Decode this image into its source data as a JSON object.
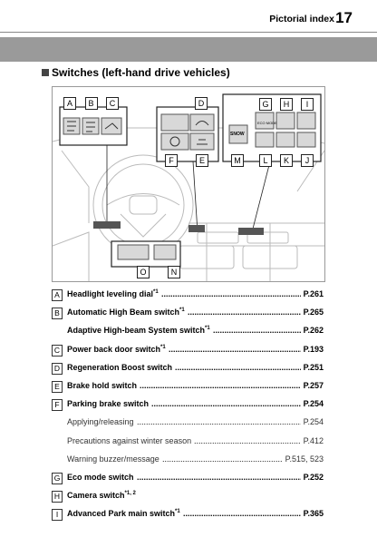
{
  "header": {
    "title": "Pictorial index",
    "page_number": "17"
  },
  "section_title": "Switches (left-hand drive vehicles)",
  "figure": {
    "callouts": [
      "A",
      "B",
      "C",
      "D",
      "E",
      "F",
      "G",
      "H",
      "I",
      "J",
      "K",
      "L",
      "M",
      "N",
      "O"
    ],
    "snow_label": "SNOW",
    "eco_label": "ECO MODE"
  },
  "entries": [
    {
      "letter": "A",
      "name": "Headlight leveling dial",
      "note": "*1",
      "page": "P.261",
      "type": "main"
    },
    {
      "letter": "B",
      "name": "Automatic High Beam switch",
      "note": "*1",
      "page": "P.265",
      "type": "main"
    },
    {
      "letter": "",
      "name": "Adaptive High-beam System switch",
      "note": "*1",
      "page": "P.262",
      "type": "main"
    },
    {
      "letter": "C",
      "name": "Power back door switch",
      "note": "*1",
      "page": "P.193",
      "type": "main"
    },
    {
      "letter": "D",
      "name": "Regeneration Boost switch",
      "note": "",
      "page": "P.251",
      "type": "main"
    },
    {
      "letter": "E",
      "name": "Brake hold switch",
      "note": "",
      "page": "P.257",
      "type": "main"
    },
    {
      "letter": "F",
      "name": "Parking brake switch",
      "note": "",
      "page": "P.254",
      "type": "main"
    },
    {
      "letter": "",
      "name": "Applying/releasing",
      "note": "",
      "page": "P.254",
      "type": "sub"
    },
    {
      "letter": "",
      "name": "Precautions against winter season",
      "note": "",
      "page": "P.412",
      "type": "sub"
    },
    {
      "letter": "",
      "name": "Warning buzzer/message",
      "note": "",
      "page": "P.515, 523",
      "type": "sub"
    },
    {
      "letter": "G",
      "name": "Eco mode switch",
      "note": "",
      "page": "P.252",
      "type": "main"
    },
    {
      "letter": "H",
      "name": "Camera switch",
      "note": "*1, 2",
      "page": "",
      "type": "main"
    },
    {
      "letter": "I",
      "name": "Advanced Park main switch",
      "note": "*1",
      "page": "P.365",
      "type": "main"
    }
  ]
}
